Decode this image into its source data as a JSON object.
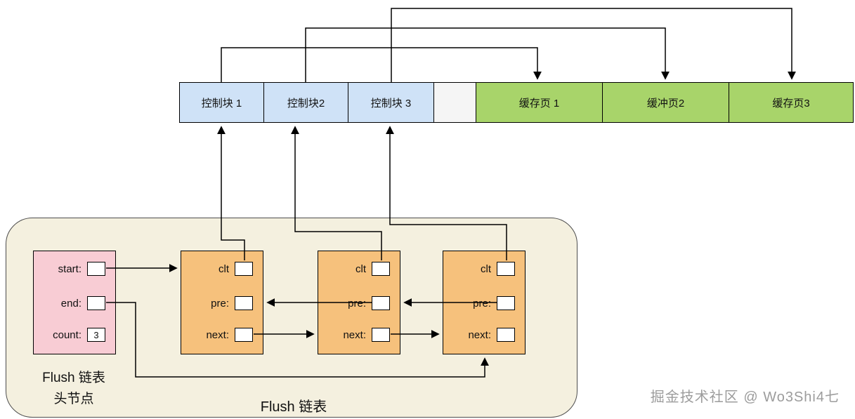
{
  "top_bar": {
    "control_blocks": [
      {
        "label": "控制块 1"
      },
      {
        "label": "控制块2"
      },
      {
        "label": "控制块 3"
      }
    ],
    "cache_pages": [
      {
        "label": "缓存页 1"
      },
      {
        "label": "缓冲页2"
      },
      {
        "label": "缓存页3"
      }
    ]
  },
  "flush_list": {
    "head_node": {
      "fields": [
        {
          "label": "start:",
          "value": ""
        },
        {
          "label": "end:",
          "value": ""
        },
        {
          "label": "count:",
          "value": "3"
        }
      ],
      "caption": [
        "Flush 链表",
        "头节点"
      ]
    },
    "nodes": [
      {
        "fields": [
          {
            "label": "clt",
            "value": ""
          },
          {
            "label": "pre:",
            "value": ""
          },
          {
            "label": "next:",
            "value": ""
          }
        ]
      },
      {
        "fields": [
          {
            "label": "clt",
            "value": ""
          },
          {
            "label": "pre:",
            "value": ""
          },
          {
            "label": "next:",
            "value": ""
          }
        ]
      },
      {
        "fields": [
          {
            "label": "clt",
            "value": ""
          },
          {
            "label": "pre:",
            "value": ""
          },
          {
            "label": "next:",
            "value": ""
          }
        ]
      }
    ],
    "caption": "Flush 链表"
  },
  "watermark": "掘金技术社区 @ Wo3Shi4七",
  "colors": {
    "control_block": "#cfe2f7",
    "cache_page": "#a8d46a",
    "spacer": "#f5f5f5",
    "head_node": "#f8ccd4",
    "node": "#f6c17c",
    "container": "#f4f0df"
  }
}
